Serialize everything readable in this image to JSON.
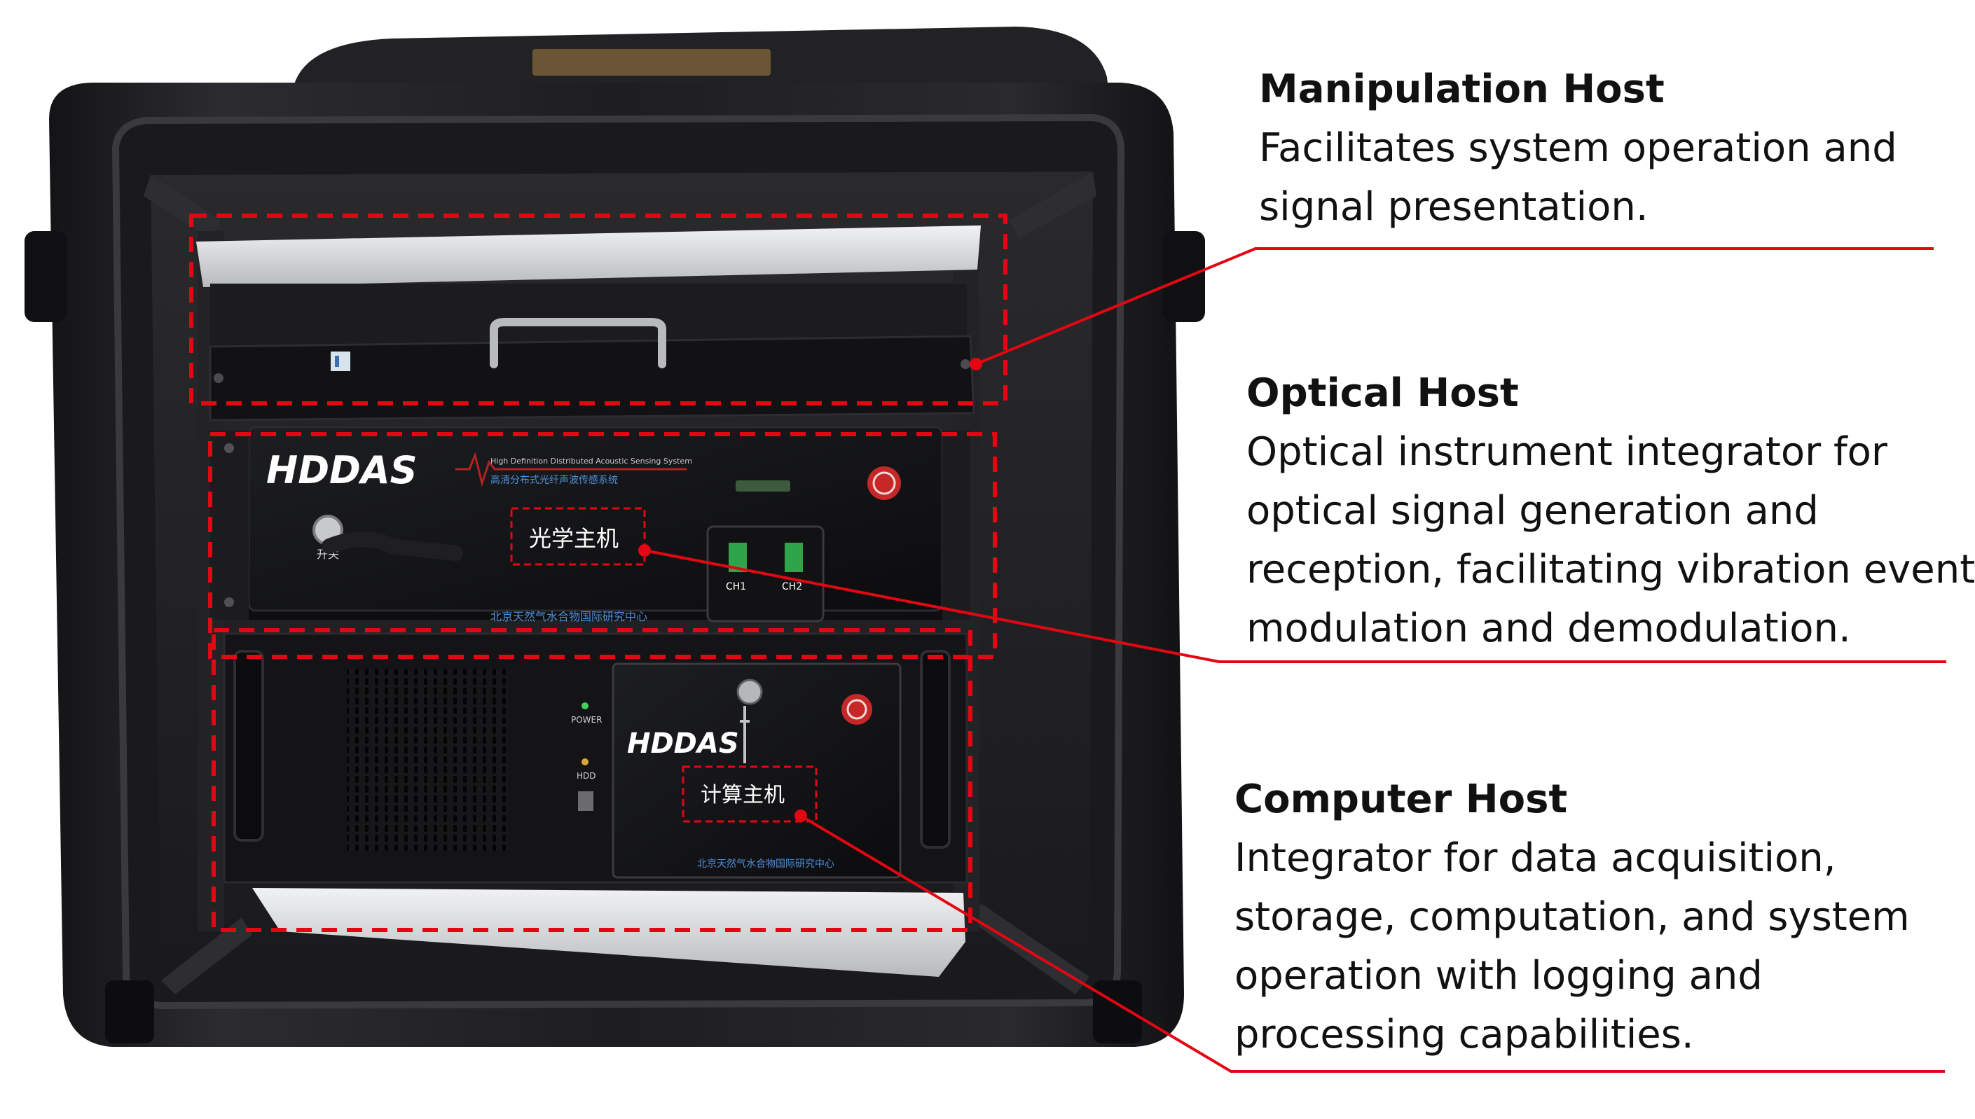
{
  "colors": {
    "annotation_red": "#e30613",
    "case_black": "#1b1b1d",
    "rack_silver": "#d4d6d8",
    "logo_red": "#e8261f"
  },
  "callouts": {
    "manipulation": {
      "title": "Manipulation Host",
      "lines": [
        "Facilitates system operation and",
        "signal presentation."
      ]
    },
    "optical": {
      "title": "Optical Host",
      "lines": [
        "Optical instrument integrator for",
        "optical signal generation and",
        "reception, facilitating vibration event",
        "modulation and demodulation."
      ]
    },
    "computer": {
      "title": "Computer Host",
      "lines": [
        "Integrator for data acquisition,",
        "storage, computation, and system",
        "operation with logging and",
        "processing capabilities."
      ]
    }
  },
  "device": {
    "brand_logo": "HDDAS",
    "optical_panel": {
      "subtitle_en": "High Definition Distributed Acoustic Sensing System",
      "subtitle_cn": "高清分布式光纤声波传感系统",
      "unit_label": "光学主机",
      "switch_label": "开关",
      "channel_1": "CH1",
      "channel_2": "CH2",
      "org_name": "北京天然气水合物国际研究中心"
    },
    "computer_panel": {
      "power_label": "POWER",
      "hdd_label": "HDD",
      "unit_label": "计算主机",
      "org_name": "北京天然气水合物国际研究中心"
    }
  }
}
